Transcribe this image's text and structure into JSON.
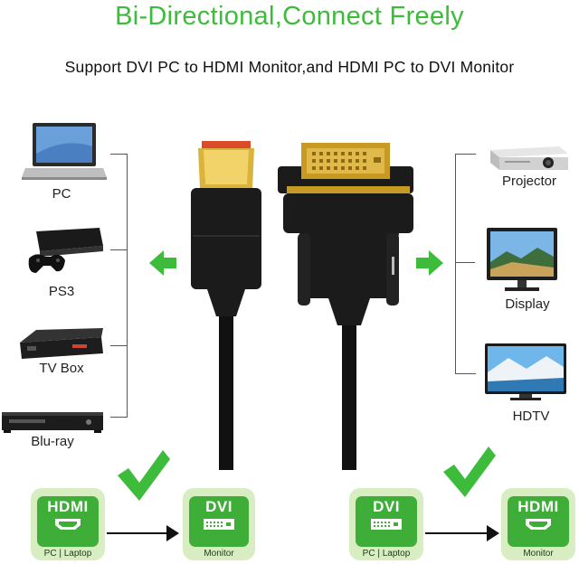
{
  "header": {
    "title": "Bi-Directional,Connect Freely",
    "subtitle": "Support DVI PC to HDMI Monitor,and HDMI PC to DVI Monitor"
  },
  "left_devices": [
    {
      "label": "PC",
      "icon": "laptop-icon"
    },
    {
      "label": "PS3",
      "icon": "game-console-icon"
    },
    {
      "label": "TV Box",
      "icon": "tv-box-icon"
    },
    {
      "label": "Blu-ray",
      "icon": "bluray-player-icon"
    }
  ],
  "right_devices": [
    {
      "label": "Projector",
      "icon": "projector-icon"
    },
    {
      "label": "Display",
      "icon": "monitor-icon"
    },
    {
      "label": "HDTV",
      "icon": "hdtv-icon"
    }
  ],
  "flows": [
    {
      "from": {
        "name": "HDMI",
        "sub": "PC | Laptop"
      },
      "to": {
        "name": "DVI",
        "sub": "Monitor"
      }
    },
    {
      "from": {
        "name": "DVI",
        "sub": "PC | Laptop"
      },
      "to": {
        "name": "HDMI",
        "sub": "Monitor"
      }
    }
  ],
  "colors": {
    "accent_green": "#3dbb3a",
    "badge_bg": "#d9edc3",
    "badge_inner": "#3fae38",
    "connector_gold": "#d4a62a"
  }
}
